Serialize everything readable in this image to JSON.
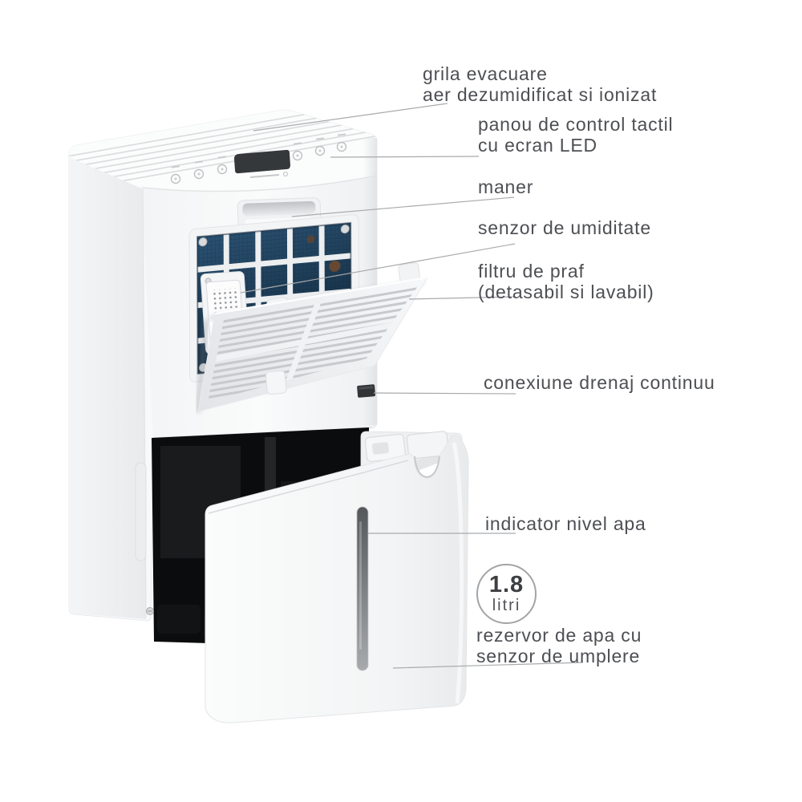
{
  "callouts": {
    "grille": {
      "line1": "grila evacuare",
      "line2": "aer dezumidificat si ionizat"
    },
    "control_panel": {
      "line1": "panou de control tactil",
      "line2": "cu ecran LED"
    },
    "handle": {
      "line1": "maner"
    },
    "humidity_sensor": {
      "line1": "senzor de umiditate"
    },
    "dust_filter": {
      "line1": "filtru de praf",
      "line2": "(detasabil si lavabil)"
    },
    "drain": {
      "line1": "conexiune drenaj continuu"
    },
    "water_level": {
      "line1": "indicator nivel apa"
    },
    "water_tank": {
      "line1": "rezervor de apa cu",
      "line2": "senzor de umplere"
    }
  },
  "badge": {
    "value": "1.8",
    "unit": "litri"
  },
  "colors": {
    "label_text": "#4d4f53",
    "leader_line": "#a8aaac",
    "badge_border": "#a2a4a6",
    "device_body": "#f8f9fa",
    "mesh_blue": "#1d3a54",
    "cavity_black": "#0b0c0d"
  }
}
